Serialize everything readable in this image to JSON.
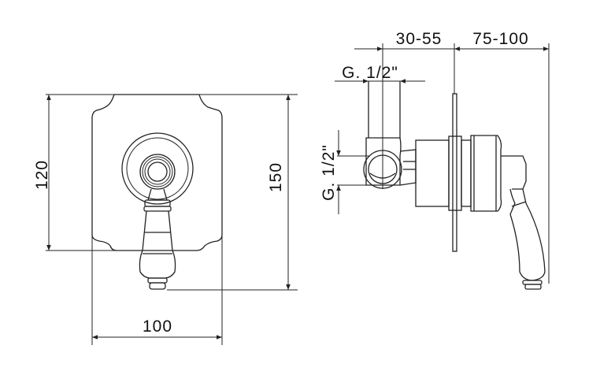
{
  "front_view": {
    "height_plate": "120",
    "height_total": "150",
    "width_plate": "100"
  },
  "side_view": {
    "depth_wall": "30-55",
    "depth_projection": "75-100",
    "outlet_thread": "G. 1/2\"",
    "inlet_thread": "G. 1/2\""
  },
  "colors": {
    "line": "#222222",
    "background": "#ffffff"
  }
}
